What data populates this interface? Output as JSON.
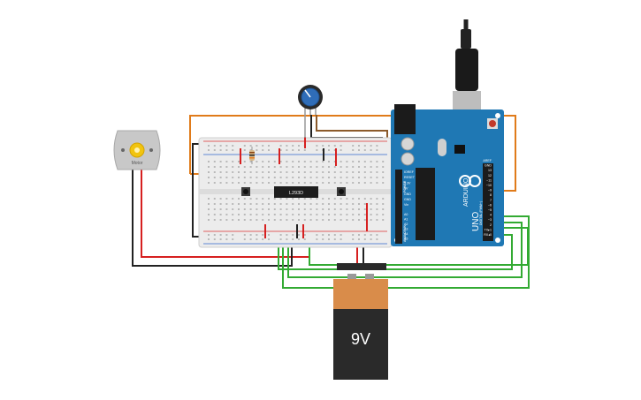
{
  "canvas": {
    "background": "#ffffff"
  },
  "motor": {
    "label": "Motor",
    "body_color": "#c8c8c8",
    "shaft_color": "#f1c40f"
  },
  "breadboard": {
    "color": "#ececec",
    "rail_red": "#d33",
    "rail_blue": "#36c"
  },
  "driver_chip": {
    "label": "L293D",
    "color": "#1d1d1d"
  },
  "potentiometer": {
    "knob_color": "#2f6db8"
  },
  "battery": {
    "label": "9V",
    "top_color": "#d98c4a",
    "body_color": "#2a2a2a"
  },
  "arduino": {
    "board_color": "#1f78b4",
    "brand": "ARDUINO",
    "model": "UNO",
    "left_pin_labels": [
      "IOREF",
      "RESET",
      "3.3V",
      "5V",
      "GND",
      "GND",
      "Vin"
    ],
    "analog_labels": [
      "A0",
      "A1",
      "A2",
      "A3",
      "A4",
      "A5"
    ],
    "right_pin_labels": [
      "AREF",
      "GND",
      "13",
      "12",
      "~11",
      "~10",
      "~9",
      "8",
      "7",
      "~6",
      "~5",
      "4",
      "~3",
      "2",
      "TX▸1",
      "RX◂0"
    ],
    "header_labels": {
      "power": "POWER",
      "analog": "ANALOG IN",
      "digital": "DIGITAL (PWM~)"
    }
  },
  "wire_colors": {
    "orange": "#e07b1a",
    "red": "#d62020",
    "black": "#222222",
    "green": "#33aa33",
    "yellow": "#e6b800",
    "brown": "#8b5a2b"
  }
}
